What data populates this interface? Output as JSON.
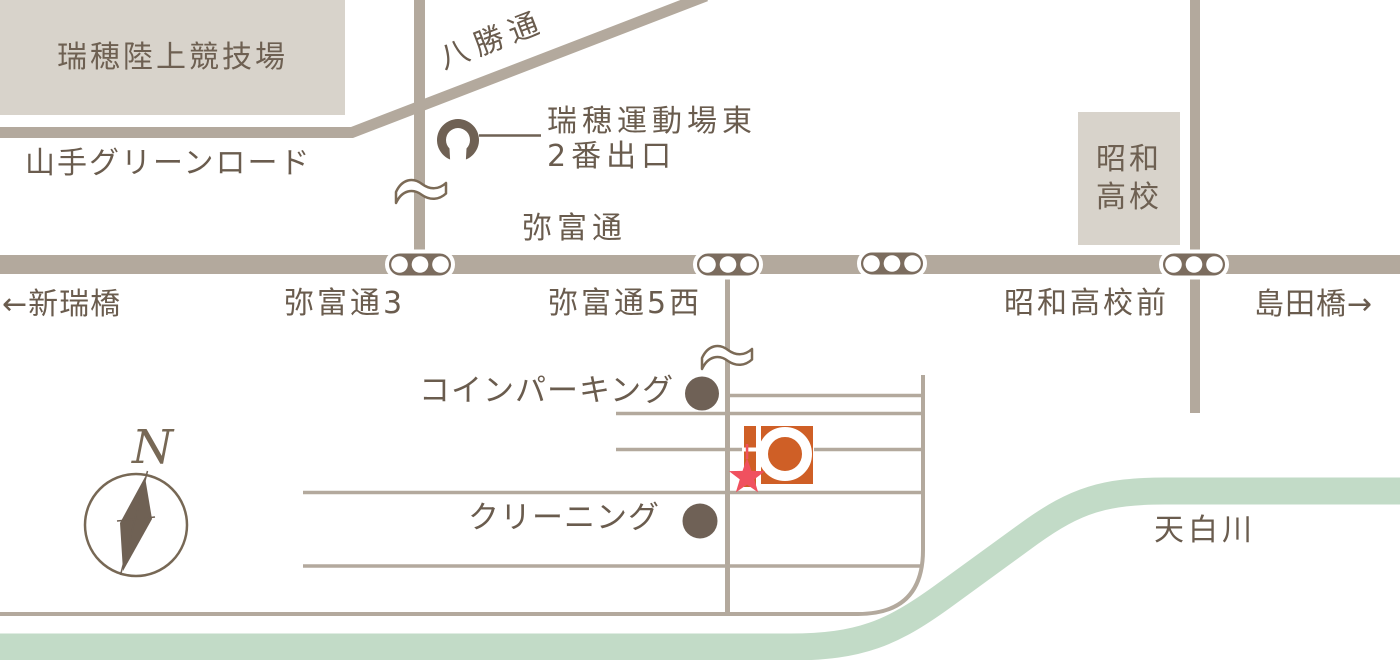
{
  "title": "access-map",
  "colors": {
    "road": "#b3a99d",
    "text": "#6a5c4e",
    "building_fill": "#d8d3cb",
    "building_text": "#6e6052",
    "signal_fill": "#7b6c5e",
    "poi_dot": "#6f6156",
    "river": "#c2dbc7",
    "star": "#f0515f",
    "logo_orange": "#cf5f26",
    "compass": "#776855"
  },
  "buildings": {
    "stadium": "瑞穂陸上競技場",
    "school_line1": "昭和",
    "school_line2": "高校"
  },
  "roads": {
    "hassho": "八勝通",
    "yamate": "山手グリーンロード",
    "yatomi": "弥富通"
  },
  "subway_exit": {
    "line1": "瑞穂運動場東",
    "line2": "2番出口"
  },
  "edge_directions": {
    "west": "←新瑞橋",
    "east": "島田橋→"
  },
  "intersections": {
    "yatomi3": "弥富通3",
    "yatomi5_west": "弥富通5西",
    "showa_koko_mae": "昭和高校前"
  },
  "pois": {
    "coin_parking": "コインパーキング",
    "cleaning": "クリーニング"
  },
  "river": {
    "name": "天白川"
  },
  "compass": {
    "north": "N"
  },
  "icons": {
    "traffic-signal-icon": "rounded pill with three white dots",
    "subway-exit-icon": "open horseshoe ring",
    "road-break-icon": "white tilde ribbon",
    "poi-dot-icon": "filled circle",
    "destination-star-icon": "five-point star",
    "company-logo-icon": "orange square with ring and bar",
    "compass-icon": "circle with needle"
  }
}
